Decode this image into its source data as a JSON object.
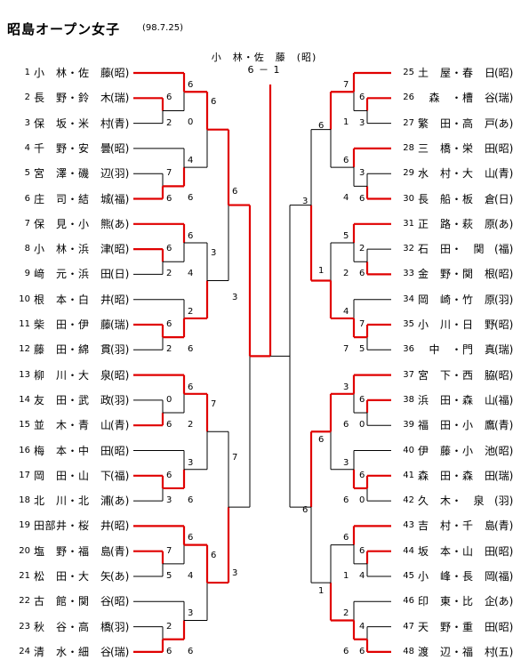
{
  "title": "昭島オープン女子",
  "date": "(98.7.25)",
  "champion": "小　林・佐　藤　(昭)",
  "final_score": "6 － 1",
  "colors": {
    "winner_line": "#e00000",
    "loser_line": "#000000"
  },
  "left_players": [
    {
      "seed": "1",
      "name": "小　林・佐　藤",
      "club": "(昭)"
    },
    {
      "seed": "2",
      "name": "長　野・鈴　木",
      "club": "(瑞)"
    },
    {
      "seed": "3",
      "name": "保　坂・米　村",
      "club": "(青)"
    },
    {
      "seed": "4",
      "name": "千　野・安　曇",
      "club": "(昭)"
    },
    {
      "seed": "5",
      "name": "宮　澤・磯　辺",
      "club": "(羽)"
    },
    {
      "seed": "6",
      "name": "庄　司・結　城",
      "club": "(福)"
    },
    {
      "seed": "7",
      "name": "保　見・小　熊",
      "club": "(あ)"
    },
    {
      "seed": "8",
      "name": "小　林・浜　津",
      "club": "(昭)"
    },
    {
      "seed": "9",
      "name": "﨑　元・浜　田",
      "club": "(日)"
    },
    {
      "seed": "10",
      "name": "根　本・白　井",
      "club": "(昭)"
    },
    {
      "seed": "11",
      "name": "柴　田・伊　藤",
      "club": "(瑞)"
    },
    {
      "seed": "12",
      "name": "藤　田・綿　貫",
      "club": "(羽)"
    },
    {
      "seed": "13",
      "name": "柳　川・大　泉",
      "club": "(昭)"
    },
    {
      "seed": "14",
      "name": "友　田・武　政",
      "club": "(羽)"
    },
    {
      "seed": "15",
      "name": "並　木・青　山",
      "club": "(青)"
    },
    {
      "seed": "16",
      "name": "梅　本・中　田",
      "club": "(昭)"
    },
    {
      "seed": "17",
      "name": "岡　田・山　下",
      "club": "(福)"
    },
    {
      "seed": "18",
      "name": "北　川・北　浦",
      "club": "(あ)"
    },
    {
      "seed": "19",
      "name": "田部井・桜　井",
      "club": "(昭)"
    },
    {
      "seed": "20",
      "name": "塩　野・福　島",
      "club": "(青)"
    },
    {
      "seed": "21",
      "name": "松　田・大　矢",
      "club": "(あ)"
    },
    {
      "seed": "22",
      "name": "古　館・関　谷",
      "club": "(昭)"
    },
    {
      "seed": "23",
      "name": "秋　谷・高　橋",
      "club": "(羽)"
    },
    {
      "seed": "24",
      "name": "清　水・細　谷",
      "club": "(瑞)"
    }
  ],
  "right_players": [
    {
      "seed": "25",
      "name": "土　屋・春　日",
      "club": "(昭)"
    },
    {
      "seed": "26",
      "name": "　森　・槽　谷",
      "club": "(瑞)"
    },
    {
      "seed": "27",
      "name": "繁　田・高　戸",
      "club": "(あ)"
    },
    {
      "seed": "28",
      "name": "三　橋・栄　田",
      "club": "(昭)"
    },
    {
      "seed": "29",
      "name": "水　村・大　山",
      "club": "(青)"
    },
    {
      "seed": "30",
      "name": "長　船・板　倉",
      "club": "(日)"
    },
    {
      "seed": "31",
      "name": "正　路・萩　原",
      "club": "(あ)"
    },
    {
      "seed": "32",
      "name": "石　田・　関　",
      "club": "(福)"
    },
    {
      "seed": "33",
      "name": "金　野・関　根",
      "club": "(昭)"
    },
    {
      "seed": "34",
      "name": "岡　崎・竹　原",
      "club": "(羽)"
    },
    {
      "seed": "35",
      "name": "小　川・日　野",
      "club": "(昭)"
    },
    {
      "seed": "36",
      "name": "　中　・門　真",
      "club": "(瑞)"
    },
    {
      "seed": "37",
      "name": "宮　下・西　脇",
      "club": "(昭)"
    },
    {
      "seed": "38",
      "name": "浜　田・森　山",
      "club": "(福)"
    },
    {
      "seed": "39",
      "name": "福　田・小　鷹",
      "club": "(青)"
    },
    {
      "seed": "40",
      "name": "伊　藤・小　池",
      "club": "(昭)"
    },
    {
      "seed": "41",
      "name": "森　田・森　田",
      "club": "(瑞)"
    },
    {
      "seed": "42",
      "name": "久　木・　泉　",
      "club": "(羽)"
    },
    {
      "seed": "43",
      "name": "吉　村・千　島",
      "club": "(青)"
    },
    {
      "seed": "44",
      "name": "坂　本・山　田",
      "club": "(昭)"
    },
    {
      "seed": "45",
      "name": "小　峰・長　岡",
      "club": "(福)"
    },
    {
      "seed": "46",
      "name": "印　東・比　企",
      "club": "(あ)"
    },
    {
      "seed": "47",
      "name": "天　野・重　田",
      "club": "(昭)"
    },
    {
      "seed": "48",
      "name": "渡　辺・福　村",
      "club": "(五)"
    }
  ]
}
